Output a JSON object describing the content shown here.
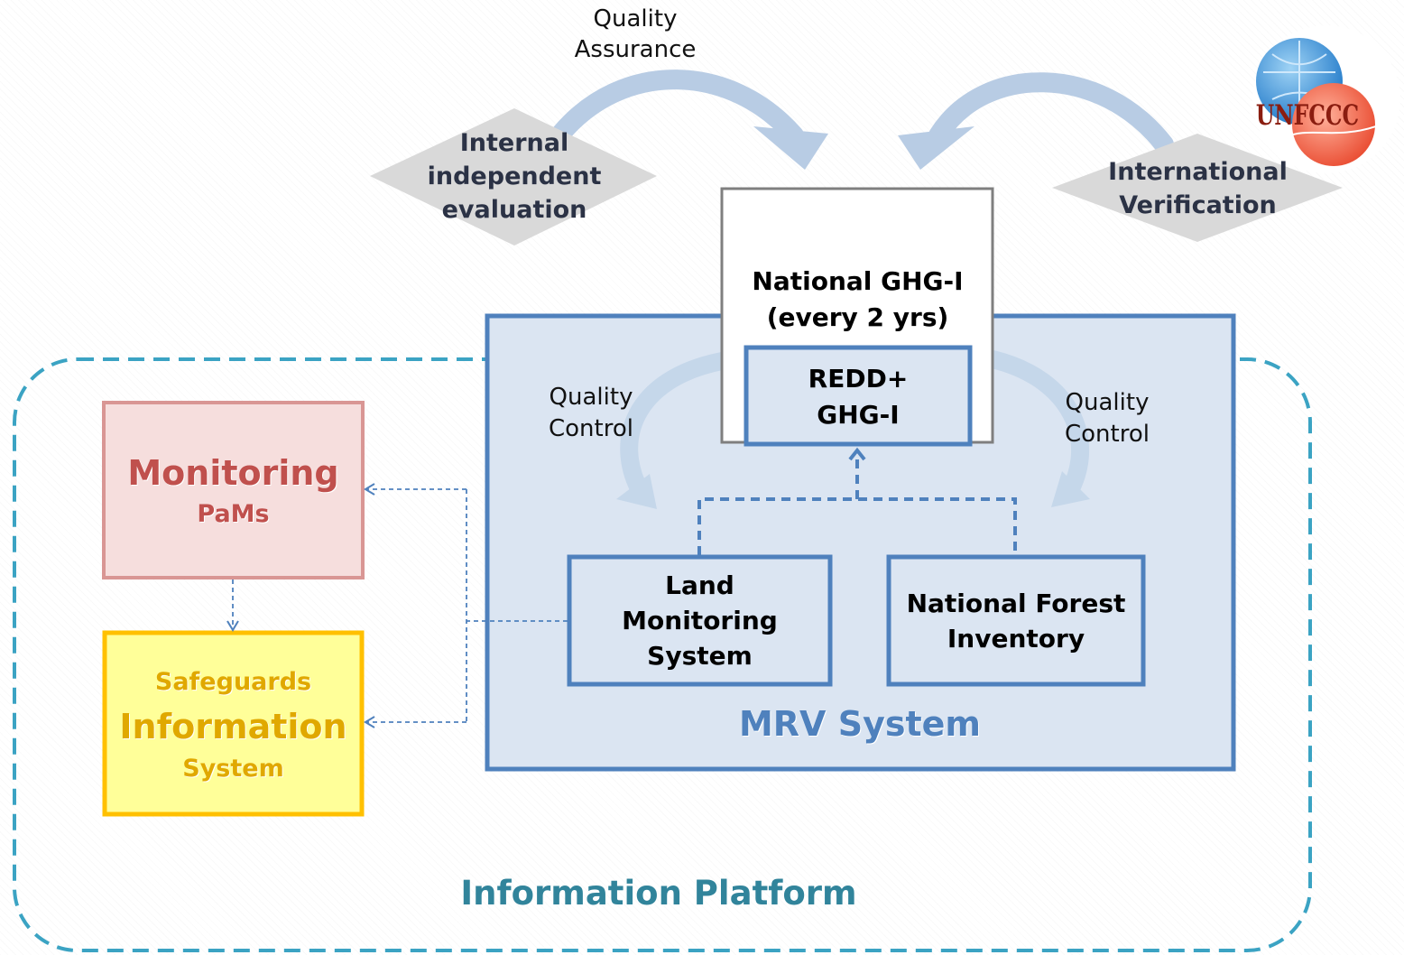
{
  "quality_assurance": "Quality\nAssurance",
  "internal_evaluation": "Internal\nindependent\nevaluation",
  "international_verification": "International\nVerification",
  "unfccc_logo_text": "UNFCCC",
  "national_ghg": "National GHG-I\n(every 2 yrs)",
  "redd_ghg": "REDD+\nGHG-I",
  "quality_control_left": "Quality\nControl",
  "quality_control_right": "Quality\nControl",
  "land_monitoring": "Land\nMonitoring\nSystem",
  "national_forest": "National Forest\nInventory",
  "mrv_system": "MRV System",
  "monitoring_title": "Monitoring",
  "monitoring_sub": "PaMs",
  "safeguards_line1": "Safeguards",
  "safeguards_line2": "Information",
  "safeguards_line3": "System",
  "information_platform": "Information Platform",
  "colors": {
    "mrv_fill": "#dbe5f2",
    "mrv_border": "#4f81bd",
    "platform_dash": "#3ba3c3",
    "monitoring_fill": "#f6dedd",
    "monitoring_border": "#d99694",
    "monitoring_text": "#c0504d",
    "safeguards_fill": "#ffff99",
    "safeguards_border": "#ffc000",
    "safeguards_text": "#e0a800",
    "platform_text": "#31849b",
    "mrv_text": "#4f81bd"
  }
}
